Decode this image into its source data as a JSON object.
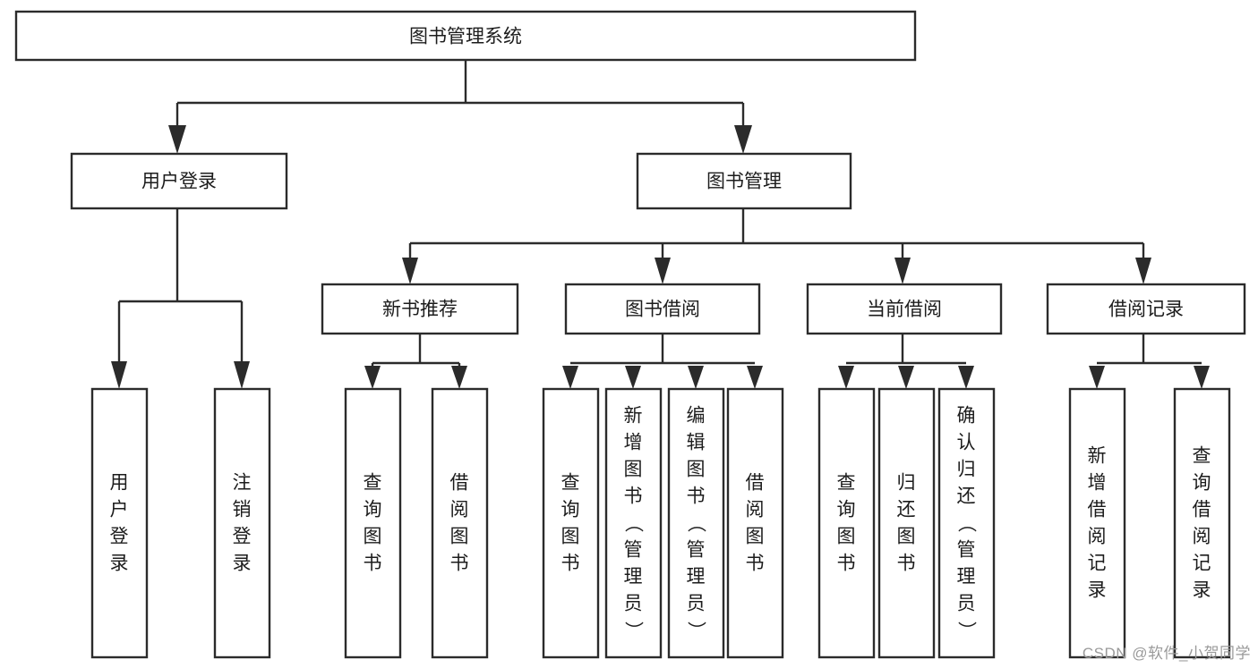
{
  "diagram": {
    "type": "tree",
    "title": "图书管理系统",
    "watermark": "CSDN @软件_小贺同学",
    "nodes": {
      "root": {
        "label": "图书管理系统"
      },
      "level1": [
        {
          "label": "用户登录"
        },
        {
          "label": "图书管理"
        }
      ],
      "level2": [
        {
          "label": "新书推荐"
        },
        {
          "label": "图书借阅"
        },
        {
          "label": "当前借阅"
        },
        {
          "label": "借阅记录"
        }
      ],
      "leaves_user_login": [
        {
          "label": "用户登录"
        },
        {
          "label": "注销登录"
        }
      ],
      "leaves_new_book": [
        {
          "label": "查询图书"
        },
        {
          "label": "借阅图书"
        }
      ],
      "leaves_borrow": [
        {
          "label": "查询图书"
        },
        {
          "label": "新增图书（管理员）"
        },
        {
          "label": "编辑图书（管理员）"
        },
        {
          "label": "借阅图书"
        }
      ],
      "leaves_current": [
        {
          "label": "查询图书"
        },
        {
          "label": "归还图书"
        },
        {
          "label": "确认归还（管理员）"
        }
      ],
      "leaves_record": [
        {
          "label": "新增借阅记录"
        },
        {
          "label": "查询借阅记录"
        }
      ]
    },
    "colors": {
      "stroke": "#2b2b2b",
      "fill": "#ffffff",
      "text": "#1c1c1c",
      "watermark": "#9a9a9a"
    }
  }
}
